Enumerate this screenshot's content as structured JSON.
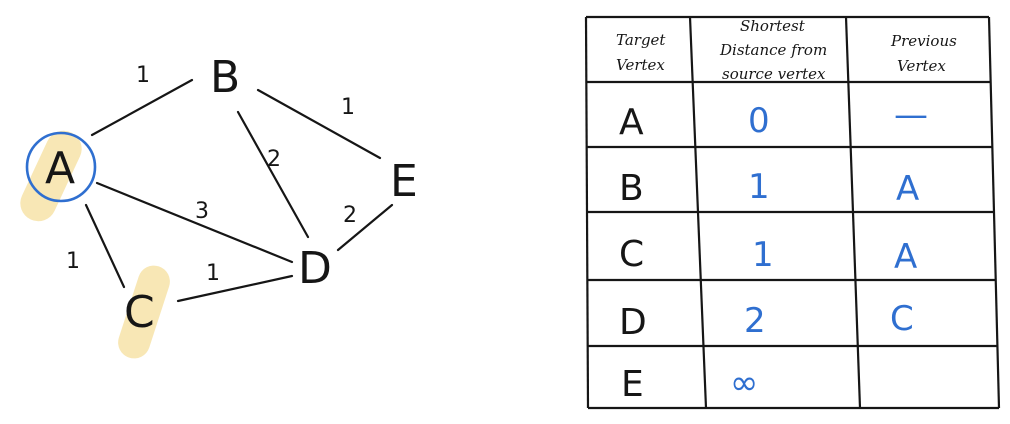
{
  "colors": {
    "ink": "#161616",
    "blue_ink": "#2f6fd0",
    "highlight": "#f7e3a8"
  },
  "graph": {
    "nodes": [
      {
        "id": "A",
        "label": "A",
        "highlighted": true,
        "circled": true
      },
      {
        "id": "B",
        "label": "B",
        "highlighted": false,
        "circled": false
      },
      {
        "id": "C",
        "label": "C",
        "highlighted": true,
        "circled": false
      },
      {
        "id": "D",
        "label": "D",
        "highlighted": false,
        "circled": false
      },
      {
        "id": "E",
        "label": "E",
        "highlighted": false,
        "circled": false
      }
    ],
    "edges": [
      {
        "from": "A",
        "to": "B",
        "weight": "1"
      },
      {
        "from": "A",
        "to": "C",
        "weight": "1"
      },
      {
        "from": "A",
        "to": "D",
        "weight": "3"
      },
      {
        "from": "B",
        "to": "D",
        "weight": "2"
      },
      {
        "from": "B",
        "to": "E",
        "weight": "1"
      },
      {
        "from": "C",
        "to": "D",
        "weight": "1"
      },
      {
        "from": "D",
        "to": "E",
        "weight": "2"
      }
    ]
  },
  "table": {
    "headers": {
      "target_line1": "Target",
      "target_line2": "Vertex",
      "shortest_line1": "Shortest",
      "shortest_line2": "Distance from",
      "shortest_line3": "source vertex",
      "previous_line1": "Previous",
      "previous_line2": "Vertex"
    },
    "rows": [
      {
        "vertex": "A",
        "distance": "0",
        "previous": "—"
      },
      {
        "vertex": "B",
        "distance": "1",
        "previous": "A"
      },
      {
        "vertex": "C",
        "distance": "1",
        "previous": "A"
      },
      {
        "vertex": "D",
        "distance": "2",
        "previous": "C"
      },
      {
        "vertex": "E",
        "distance": "∞",
        "previous": ""
      }
    ]
  }
}
